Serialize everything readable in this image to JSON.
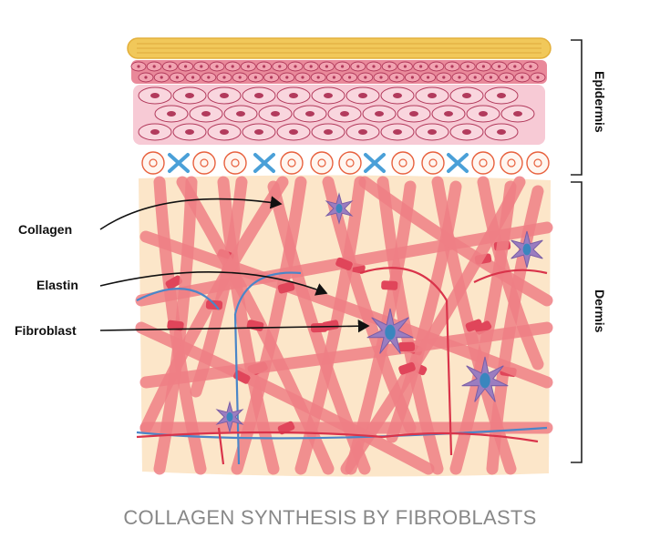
{
  "labels": {
    "collagen": "Collagen",
    "elastin": "Elastin",
    "fibroblast": "Fibroblast",
    "epidermis": "Epidermis",
    "dermis": "Dermis"
  },
  "caption": "COLLAGEN SYNTHESIS BY FIBROBLASTS",
  "colors": {
    "stratum_corneum": "#F1C85A",
    "granular": "#E9899A",
    "spinous": "#F7CAD5",
    "cell_nucleus": "#B23A5C",
    "dermis_bg": "#FCE6C9",
    "collagen": "#EE7F85",
    "collagen_band": "#E0455A",
    "elastin_red": "#D9334A",
    "elastin_blue": "#4A86C8",
    "fibroblast": "#9A7DC0",
    "fibroblast_nucleus": "#3A86BE",
    "langerhans": "#4AA0D8",
    "basal_cell": "#E8613E",
    "caption": "#888888"
  }
}
